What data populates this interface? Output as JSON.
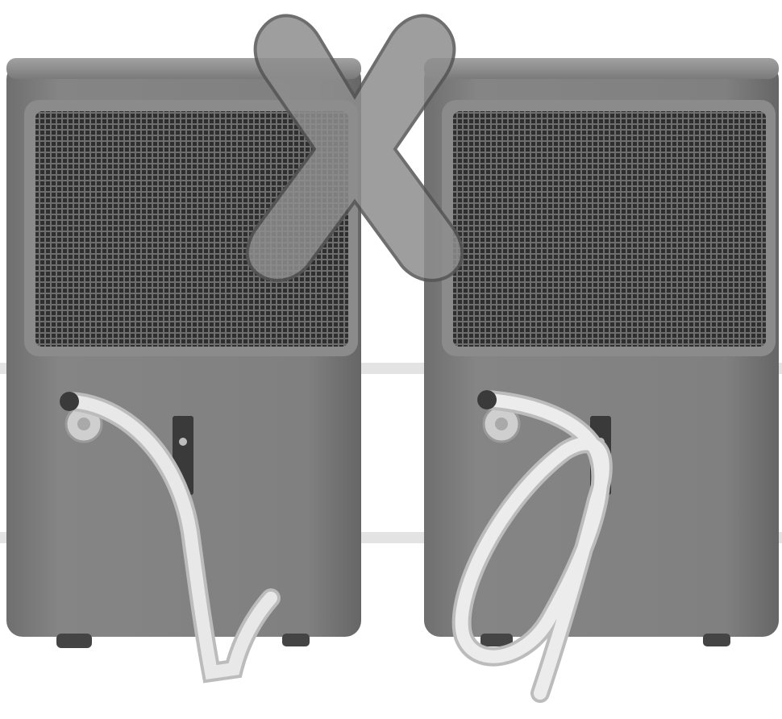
{
  "scene": {
    "description_visible_text": "",
    "units": [
      {
        "id": "left",
        "state": "correct-drain-hose-routing"
      },
      {
        "id": "right",
        "state": "incorrect-drain-hose-routing"
      }
    ],
    "mark": {
      "symbol": "X",
      "color": "#8a8a8a",
      "outline": "#555555"
    }
  },
  "colors": {
    "body": "#7e7e7e",
    "body_dark": "#5c5c5c",
    "top": "#8f8f8f",
    "grille_bg": "#3c3c3c",
    "grille_frame": "#8a8a8a",
    "hose": "#e4e4e4",
    "hose_edge": "#bdbdbd",
    "floor_line": "#d6d6d6"
  }
}
